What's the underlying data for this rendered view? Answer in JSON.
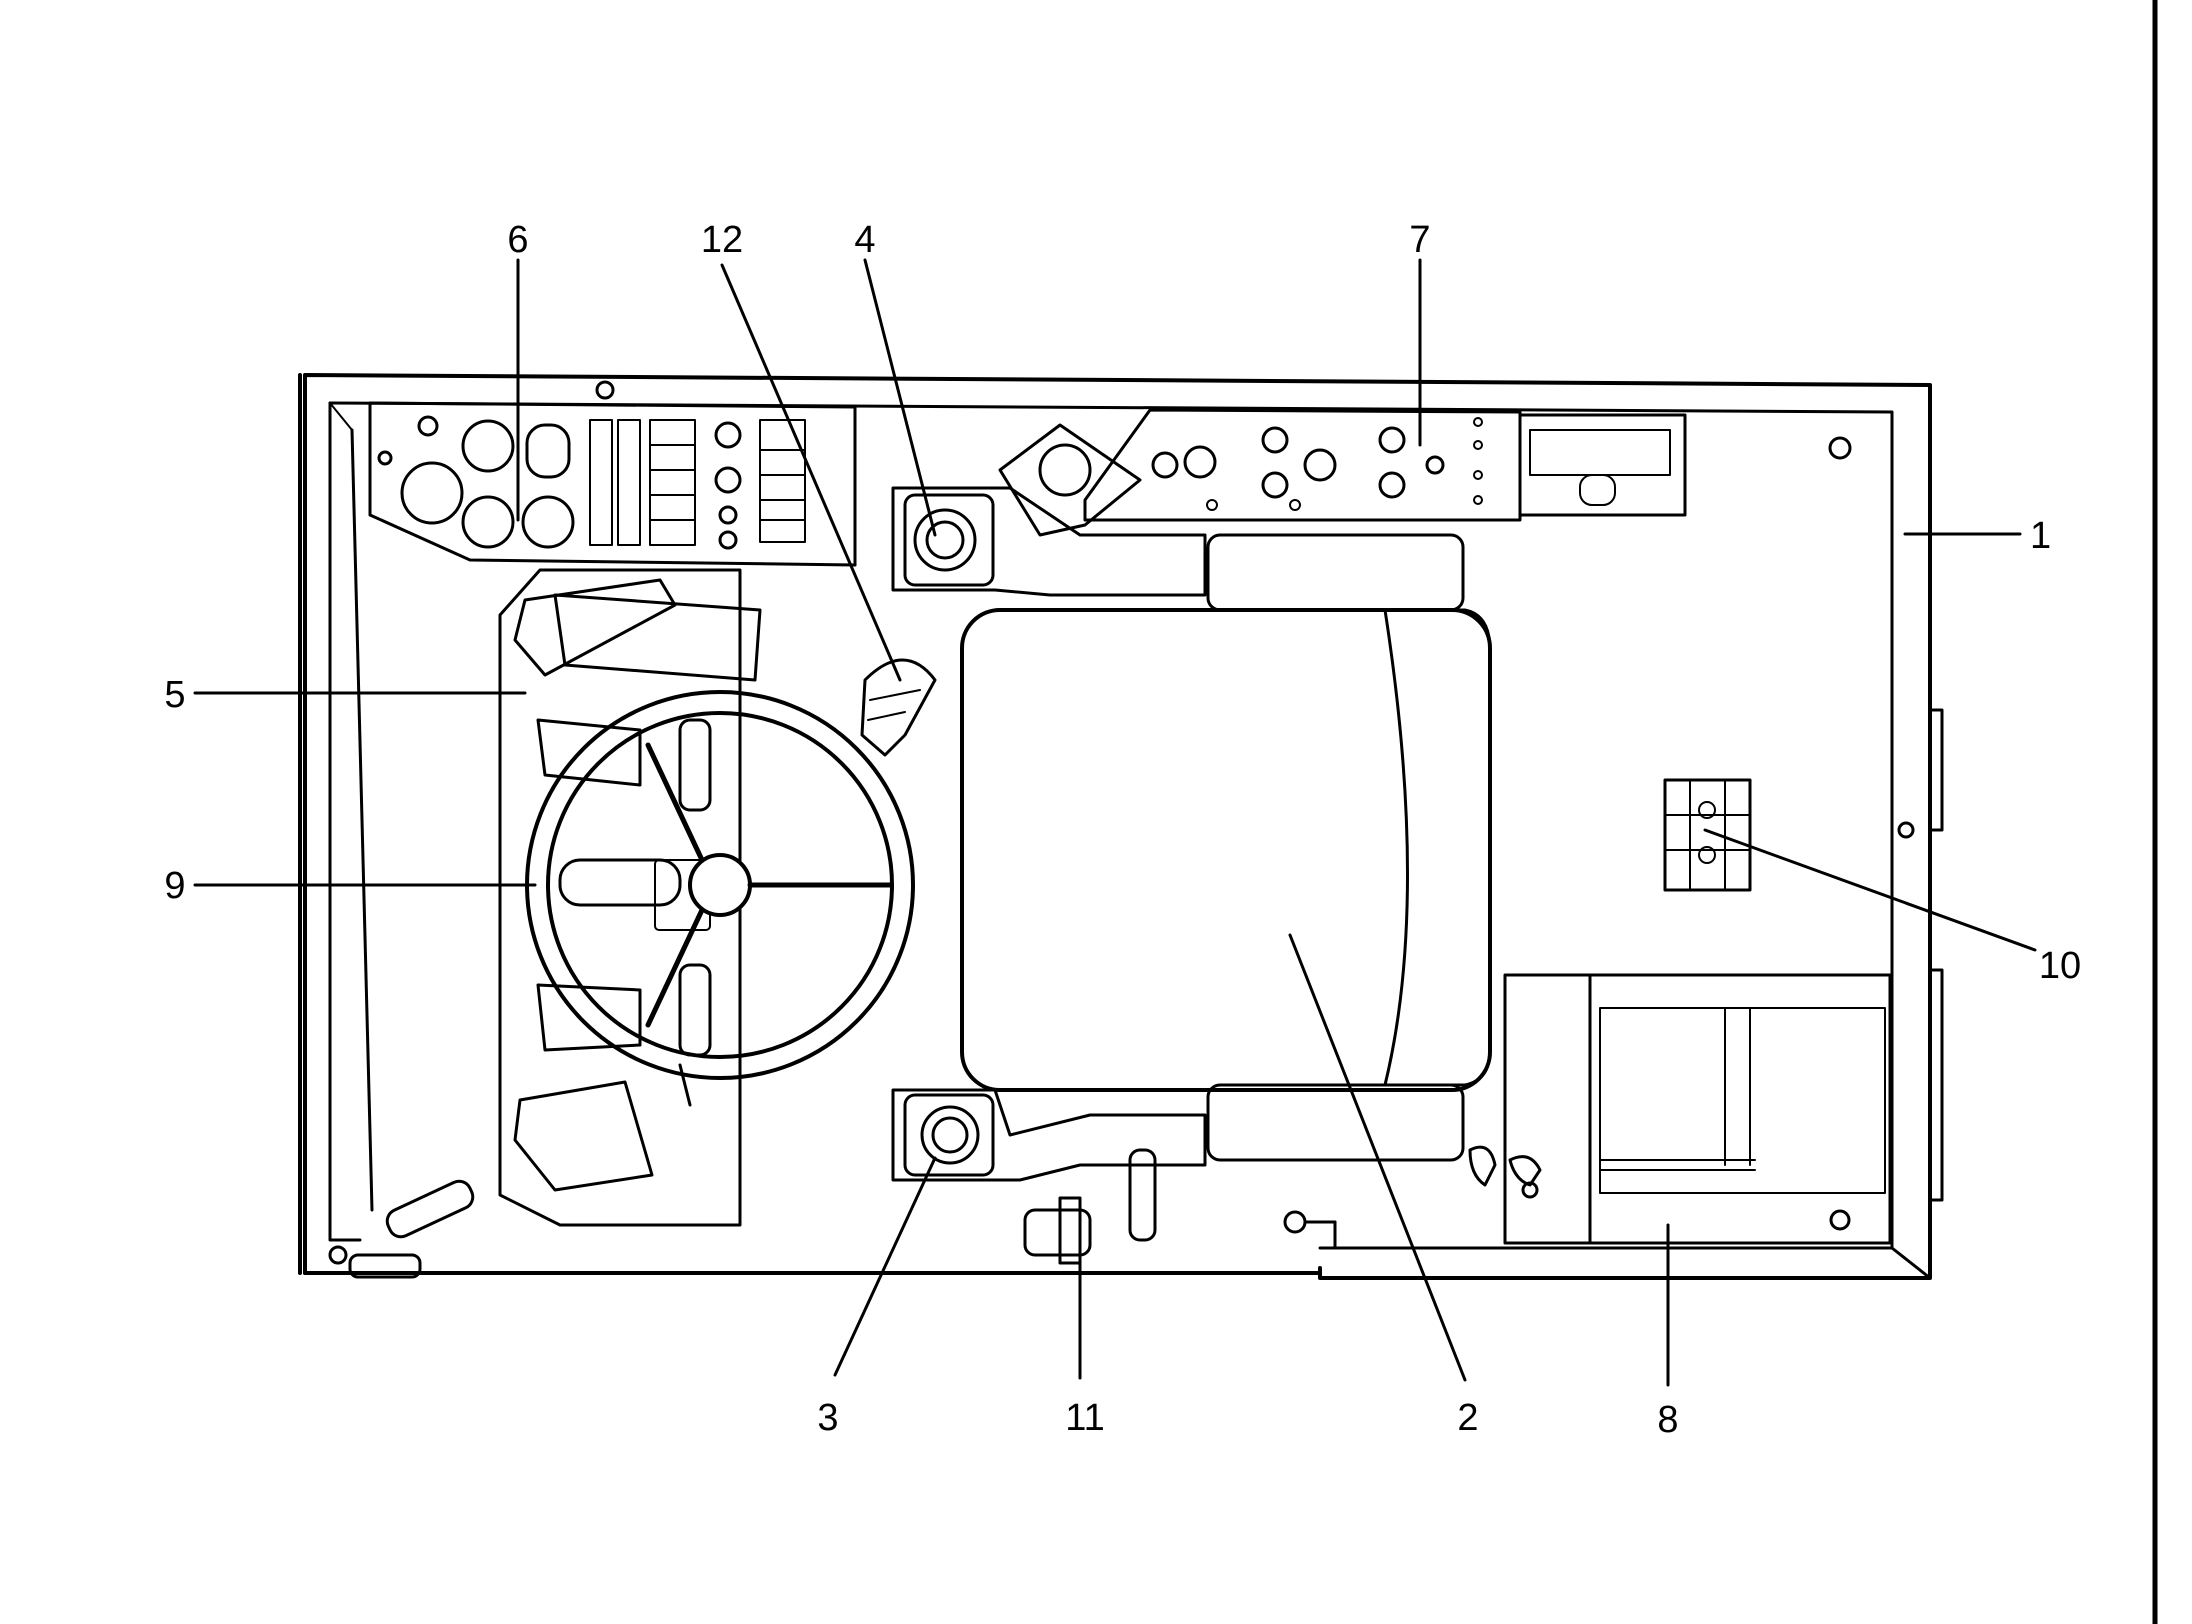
{
  "callouts": [
    {
      "id": "1",
      "text": "1"
    },
    {
      "id": "2",
      "text": "2"
    },
    {
      "id": "3",
      "text": "3"
    },
    {
      "id": "4",
      "text": "4"
    },
    {
      "id": "5",
      "text": "5"
    },
    {
      "id": "6",
      "text": "6"
    },
    {
      "id": "7",
      "text": "7"
    },
    {
      "id": "8",
      "text": "8"
    },
    {
      "id": "9",
      "text": "9"
    },
    {
      "id": "10",
      "text": "10"
    },
    {
      "id": "11",
      "text": "11"
    },
    {
      "id": "12",
      "text": "12"
    }
  ],
  "colors": {
    "ink": "#000000",
    "paper": "#ffffff"
  }
}
